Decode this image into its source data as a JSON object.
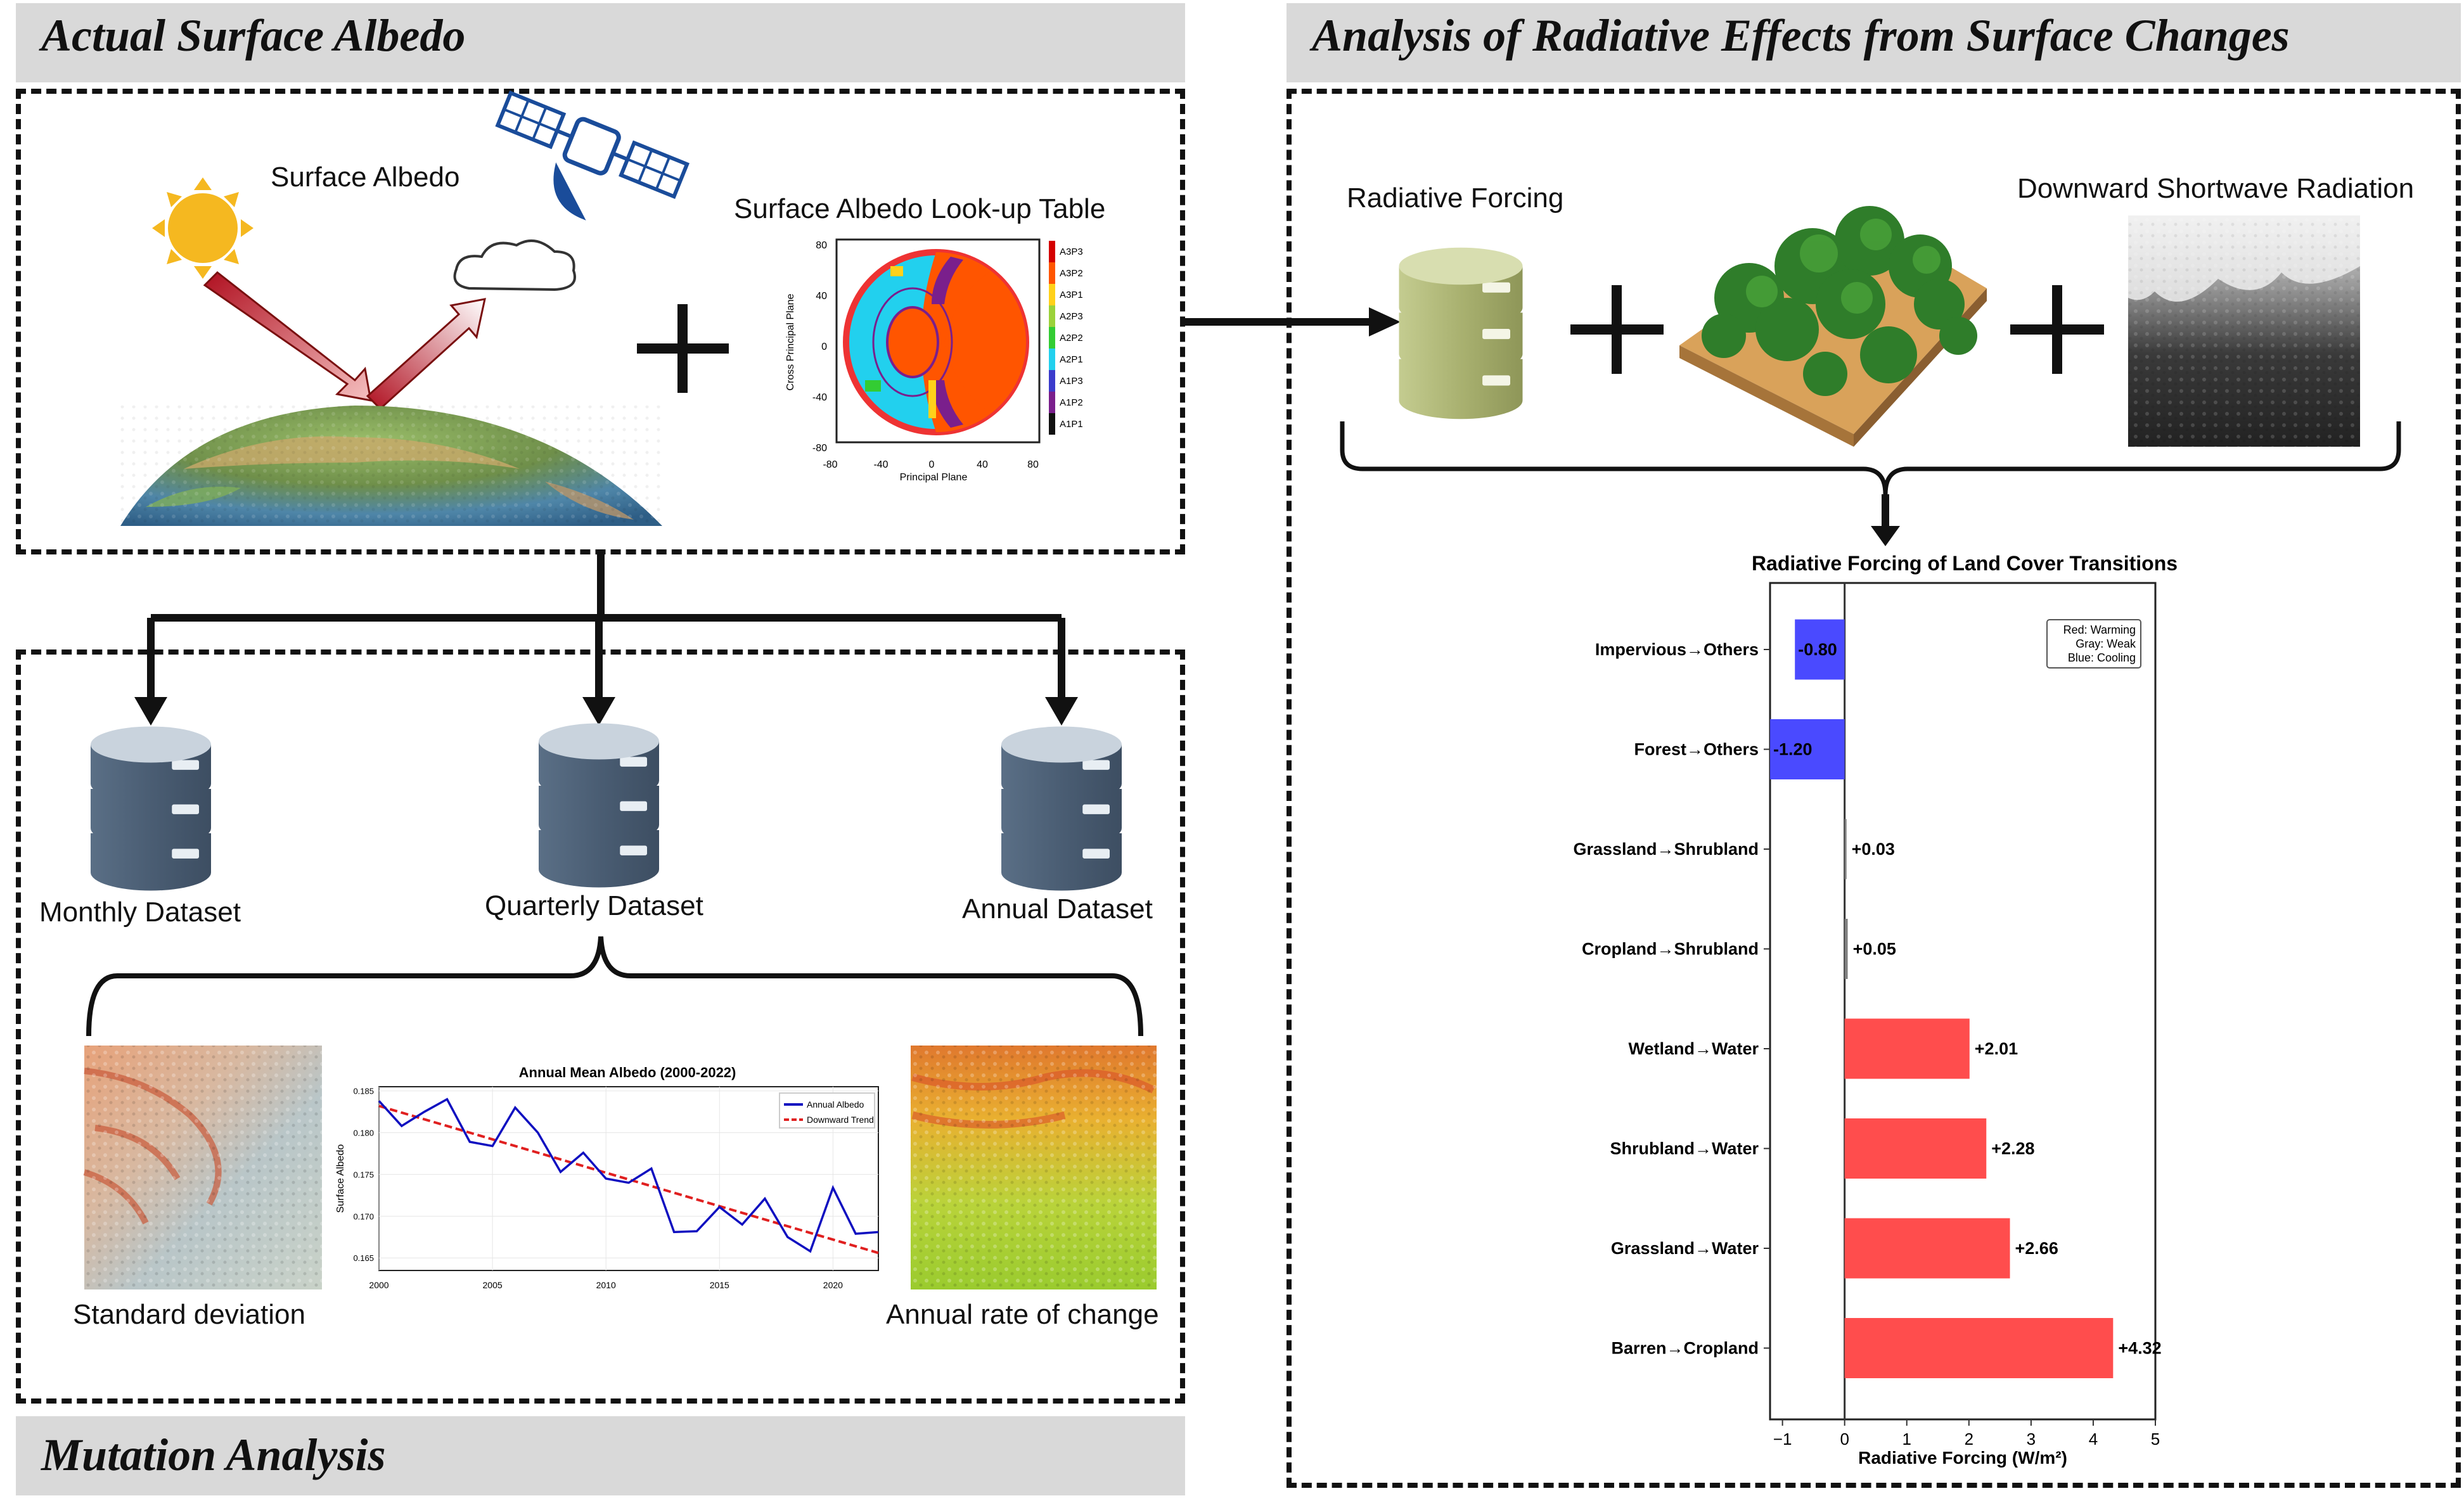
{
  "sections": {
    "actual_albedo": "Actual Surface Albedo",
    "radiative_effects": "Analysis of Radiative Effects from Surface Changes",
    "mutation_analysis": "Mutation Analysis"
  },
  "top_left": {
    "surface_albedo": "Surface Albedo",
    "lut_title": "Surface Albedo Look-up Table",
    "lut_xlabel": "Principal Plane",
    "lut_ylabel": "Cross Principal Plane",
    "lut_ticks": [
      "-80",
      "-40",
      "0",
      "40",
      "80"
    ],
    "lut_yticks": [
      "80",
      "40",
      "0",
      "-40",
      "-80"
    ],
    "lut_legend": [
      "A3P3",
      "A3P2",
      "A3P1",
      "A2P3",
      "A2P2",
      "A2P1",
      "A1P3",
      "A1P2",
      "A1P1"
    ],
    "lut_colors": [
      "#d40000",
      "#ff5500",
      "#ffd11a",
      "#9bd23a",
      "#33cc33",
      "#22d0ee",
      "#3b3bcc",
      "#7a1f8c",
      "#111111"
    ]
  },
  "datasets": {
    "monthly": "Monthly Dataset",
    "quarterly": "Quarterly Dataset",
    "annual": "Annual Dataset"
  },
  "bottom_left": {
    "std_label": "Standard deviation",
    "rate_label": "Annual rate of change"
  },
  "right": {
    "radiative_forcing": "Radiative Forcing",
    "dsr": "Downward Shortwave Radiation"
  },
  "line_chart": {
    "title": "Annual Mean Albedo (2000-2022)",
    "ylabel": "Surface Albedo",
    "legend": [
      "Annual Albedo",
      "Downward Trend"
    ],
    "colors": {
      "series": "#1010c0",
      "trend": "#e02020"
    },
    "xticks": [
      "2000",
      "2005",
      "2010",
      "2015",
      "2020"
    ],
    "yticks": [
      "0.185",
      "0.180",
      "0.175",
      "0.170",
      "0.165"
    ]
  },
  "chart_data": [
    {
      "type": "line",
      "title": "Annual Mean Albedo (2000-2022)",
      "xlabel": "",
      "ylabel": "Surface Albedo",
      "xlim": [
        2000,
        2022
      ],
      "ylim": [
        0.1635,
        0.1855
      ],
      "x": [
        2000,
        2001,
        2002,
        2003,
        2004,
        2005,
        2006,
        2007,
        2008,
        2009,
        2010,
        2011,
        2012,
        2013,
        2014,
        2015,
        2016,
        2017,
        2018,
        2019,
        2020,
        2021,
        2022
      ],
      "series": [
        {
          "name": "Annual Albedo",
          "values": [
            0.1838,
            0.1808,
            0.1825,
            0.184,
            0.1789,
            0.1784,
            0.183,
            0.18,
            0.1753,
            0.1776,
            0.1745,
            0.174,
            0.1757,
            0.1681,
            0.1682,
            0.1711,
            0.169,
            0.1721,
            0.1675,
            0.1658,
            0.1734,
            0.1679,
            0.1681
          ]
        },
        {
          "name": "Downward Trend",
          "values": [
            0.1832,
            0.1824,
            0.1816,
            0.1808,
            0.18,
            0.1792,
            0.1784,
            0.1776,
            0.1768,
            0.176,
            0.1752,
            0.1744,
            0.1736,
            0.1728,
            0.172,
            0.1712,
            0.1704,
            0.1696,
            0.1688,
            0.168,
            0.1672,
            0.1664,
            0.1656
          ]
        }
      ],
      "grid": true,
      "legend_position": "top-right"
    },
    {
      "type": "bar",
      "orientation": "horizontal",
      "title": "Radiative Forcing of Land Cover Transitions",
      "xlabel": "Radiative Forcing (W/m²)",
      "ylabel": "",
      "xlim": [
        -1.2,
        5
      ],
      "xticks": [
        "−1",
        "0",
        "1",
        "2",
        "3",
        "4",
        "5"
      ],
      "categories": [
        "Impervious→Others",
        "Forest→Others",
        "Grassland→Shrubland",
        "Cropland→Shrubland",
        "Wetland→Water",
        "Shrubland→Water",
        "Grassland→Water",
        "Barren→Cropland"
      ],
      "values": [
        -0.8,
        -1.2,
        0.03,
        0.05,
        2.01,
        2.28,
        2.66,
        4.32
      ],
      "value_labels": [
        "-0.80",
        "-1.20",
        "+0.03",
        "+0.05",
        "+2.01",
        "+2.28",
        "+2.66",
        "+4.32"
      ],
      "legend": [
        "Red: Warming",
        "Gray: Weak",
        "Blue: Cooling"
      ],
      "colors": {
        "warming": "#ff4d4d",
        "weak": "#808080",
        "cooling": "#4a4aff"
      },
      "legend_position": "top-right"
    }
  ]
}
